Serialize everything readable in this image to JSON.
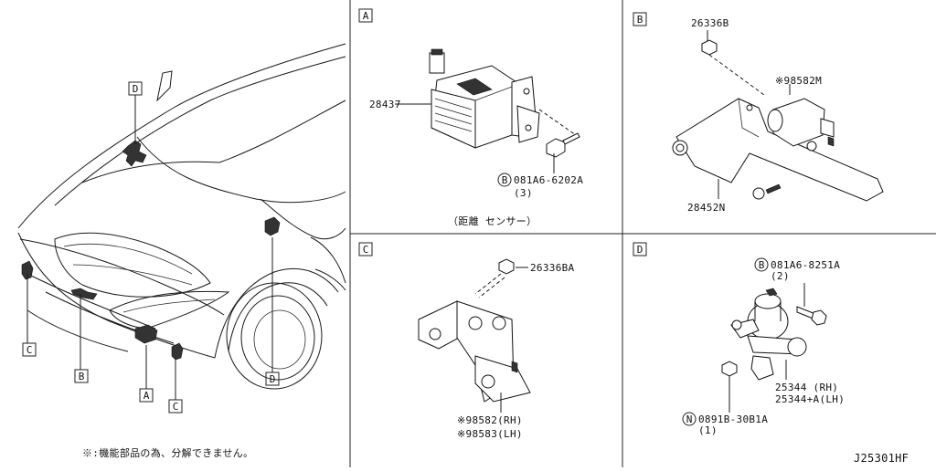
{
  "diagram_id": "J25301HF",
  "footnote": "※:機能部品の為、分解できません。",
  "overview": {
    "callouts": [
      "D",
      "C",
      "B",
      "A",
      "C",
      "D"
    ]
  },
  "panels": {
    "A": {
      "letter": "A",
      "part_main": "28437",
      "bolt_symbol": "B",
      "bolt_part": "081A6-6202A",
      "bolt_qty": "(3)",
      "caption": "（距離 センサー）"
    },
    "B": {
      "letter": "B",
      "nut": "26336B",
      "sensor": "※98582M",
      "bracket": "28452N"
    },
    "C": {
      "letter": "C",
      "nut": "26336BA",
      "sensor_rh": "※98582(RH)",
      "sensor_lh": "※98583(LH)"
    },
    "D": {
      "letter": "D",
      "bolt_symbol": "B",
      "bolt_part": "081A6-8251A",
      "bolt_qty": "(2)",
      "part_rh": "25344  (RH)",
      "part_lh": "25344+A(LH)",
      "nut_symbol": "N",
      "nut_part": "0891B-30B1A",
      "nut_qty": "(1)"
    }
  }
}
